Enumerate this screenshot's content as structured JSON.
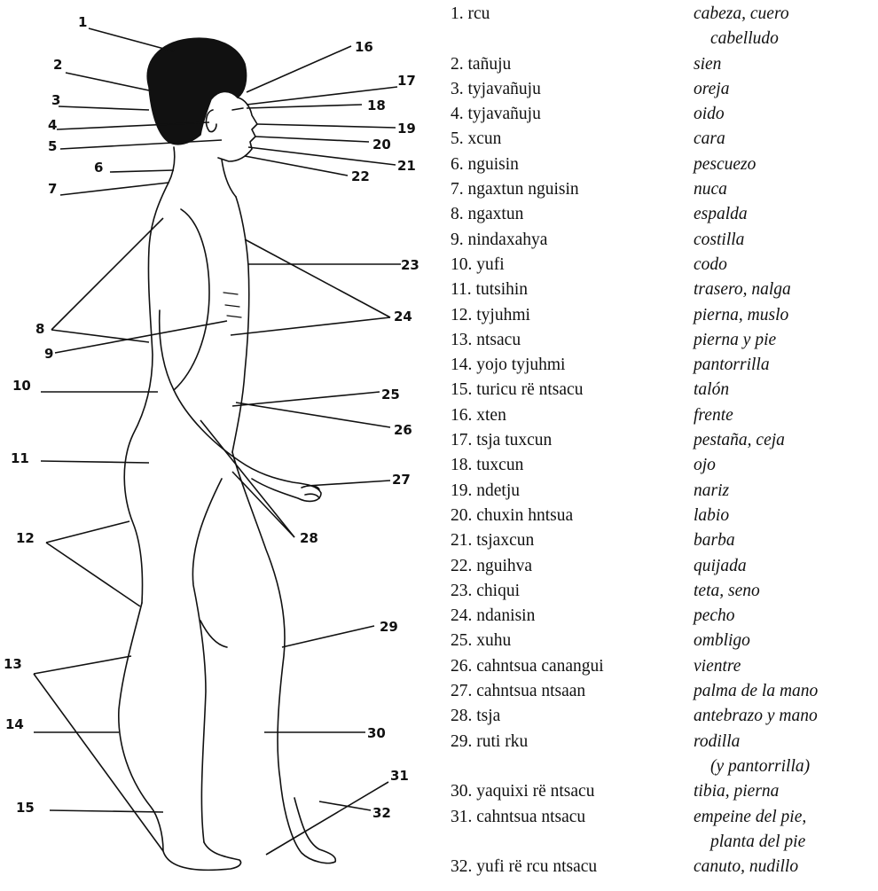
{
  "labels": [
    "1",
    "2",
    "3",
    "4",
    "5",
    "6",
    "7",
    "8",
    "9",
    "10",
    "11",
    "12",
    "13",
    "14",
    "15",
    "16",
    "17",
    "18",
    "19",
    "20",
    "21",
    "22",
    "23",
    "24",
    "25",
    "26",
    "27",
    "28",
    "29",
    "30",
    "31",
    "32"
  ],
  "entries": [
    {
      "term": "1.  rcu",
      "gloss": "cabeza, cuero",
      "gloss2": "cabelludo"
    },
    {
      "term": "2.  tañuju",
      "gloss": "sien"
    },
    {
      "term": "3.  tyjavañuju",
      "gloss": "oreja"
    },
    {
      "term": "4.  tyjavañuju",
      "gloss": "oido"
    },
    {
      "term": "5.  xcun",
      "gloss": "cara"
    },
    {
      "term": "6.  nguisin",
      "gloss": "pescuezo"
    },
    {
      "term": "7.  ngaxtun nguisin",
      "gloss": "nuca"
    },
    {
      "term": "8.  ngaxtun",
      "gloss": "espalda"
    },
    {
      "term": "9.  nindaxahya",
      "gloss": "costilla"
    },
    {
      "term": "10. yufi",
      "gloss": "codo"
    },
    {
      "term": "11. tutsihin",
      "gloss": "trasero, nalga"
    },
    {
      "term": "12. tyjuhmi",
      "gloss": "pierna, muslo"
    },
    {
      "term": "13. ntsacu",
      "gloss": "pierna y pie"
    },
    {
      "term": "14. yojo tyjuhmi",
      "gloss": "pantorrilla"
    },
    {
      "term": "15. turicu rë ntsacu",
      "gloss": "talón"
    },
    {
      "term": "16. xten",
      "gloss": "frente"
    },
    {
      "term": "17. tsja tuxcun",
      "gloss": "pestaña, ceja"
    },
    {
      "term": "18. tuxcun",
      "gloss": "ojo"
    },
    {
      "term": "19. ndetju",
      "gloss": "nariz"
    },
    {
      "term": "20. chuxin hntsua",
      "gloss": "labio"
    },
    {
      "term": "21. tsjaxcun",
      "gloss": "barba"
    },
    {
      "term": "22. nguihva",
      "gloss": "quijada"
    },
    {
      "term": "23. chiqui",
      "gloss": "teta, seno"
    },
    {
      "term": "24. ndanisin",
      "gloss": "pecho"
    },
    {
      "term": "25. xuhu",
      "gloss": "ombligo"
    },
    {
      "term": "26. cahntsua canangui",
      "gloss": "vientre"
    },
    {
      "term": "27. cahntsua ntsaan",
      "gloss": "palma de la mano"
    },
    {
      "term": "28. tsja",
      "gloss": "antebrazo y mano"
    },
    {
      "term": "29. ruti rku",
      "gloss": "rodilla",
      "gloss2": "(y pantorrilla)"
    },
    {
      "term": "30. yaquixi rë ntsacu",
      "gloss": "tibia, pierna"
    },
    {
      "term": "31. cahntsua ntsacu",
      "gloss": "empeine del pie,",
      "gloss2": "planta del pie"
    },
    {
      "term": "32. yufi rë rcu ntsacu",
      "gloss": "canuto, nudillo"
    }
  ]
}
